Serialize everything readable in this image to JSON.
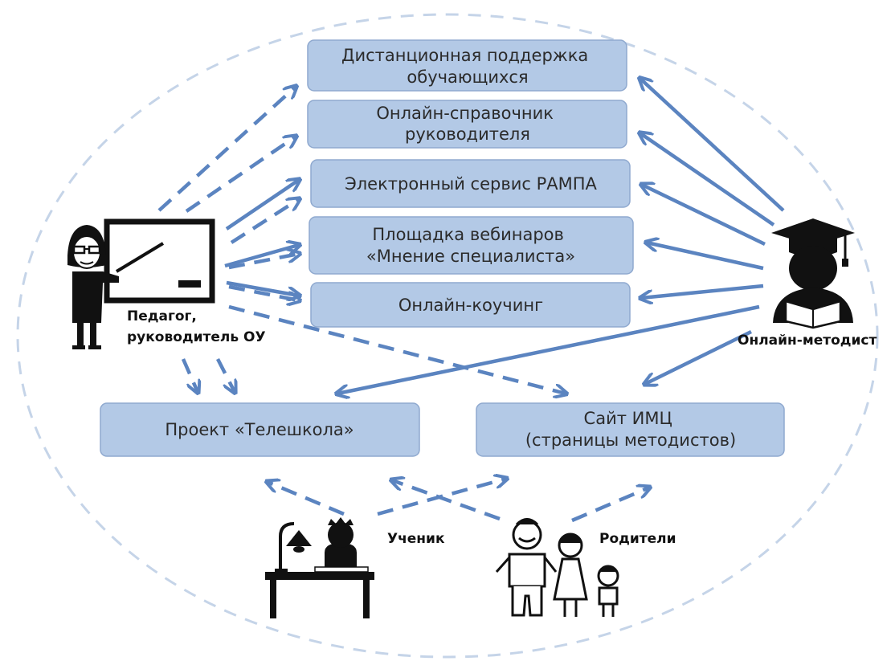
{
  "colors": {
    "accent": "#5b84c0",
    "node_fill": "#b3c9e6",
    "node_stroke": "#8fa9cf",
    "ellipse": "#c5d4e8",
    "figure": "#111111"
  },
  "services": {
    "distance_support": [
      "Дистанционная поддержка",
      "обучающихся"
    ],
    "online_directory": [
      "Онлайн-справочник",
      "руководителя"
    ],
    "rampa_service": [
      "Электронный сервис РАМПА"
    ],
    "webinar_platform": [
      "Площадка вебинаров",
      "«Мнение специалиста»"
    ],
    "online_coaching": [
      "Онлайн-коучинг"
    ],
    "teleschool_project": [
      "Проект «Телешкола»"
    ],
    "imc_site": [
      "Сайт ИМЦ",
      "(страницы методистов)"
    ]
  },
  "actors": {
    "teacher": [
      "Педагог,",
      "руководитель ОУ"
    ],
    "methodist": [
      "Онлайн-методист"
    ],
    "student": [
      "Ученик"
    ],
    "parents": [
      "Родители"
    ]
  },
  "icons": {
    "teacher": "teacher-at-board-icon",
    "methodist": "graduate-with-cap-icon",
    "student": "student-at-desk-icon",
    "parents": "family-icon"
  }
}
